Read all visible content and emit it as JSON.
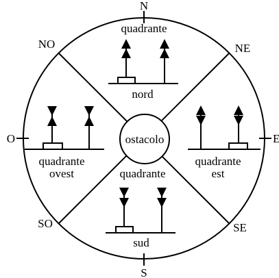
{
  "compass": {
    "north": "N",
    "northeast": "NE",
    "east": "E",
    "southeast": "SE",
    "south": "S",
    "southwest": "SO",
    "west": "O",
    "northwest": "NO"
  },
  "center": {
    "label": "ostacolo"
  },
  "quadrants": {
    "north": {
      "line1": "quadrante",
      "line2": "nord"
    },
    "east": {
      "line1": "quadrante",
      "line2": "est"
    },
    "south": {
      "line1": "quadrante",
      "line2": "sud"
    },
    "west": {
      "line1": "quadrante",
      "line2": "ovest"
    }
  },
  "colors": {
    "stroke": "#000000",
    "background": "#ffffff"
  }
}
